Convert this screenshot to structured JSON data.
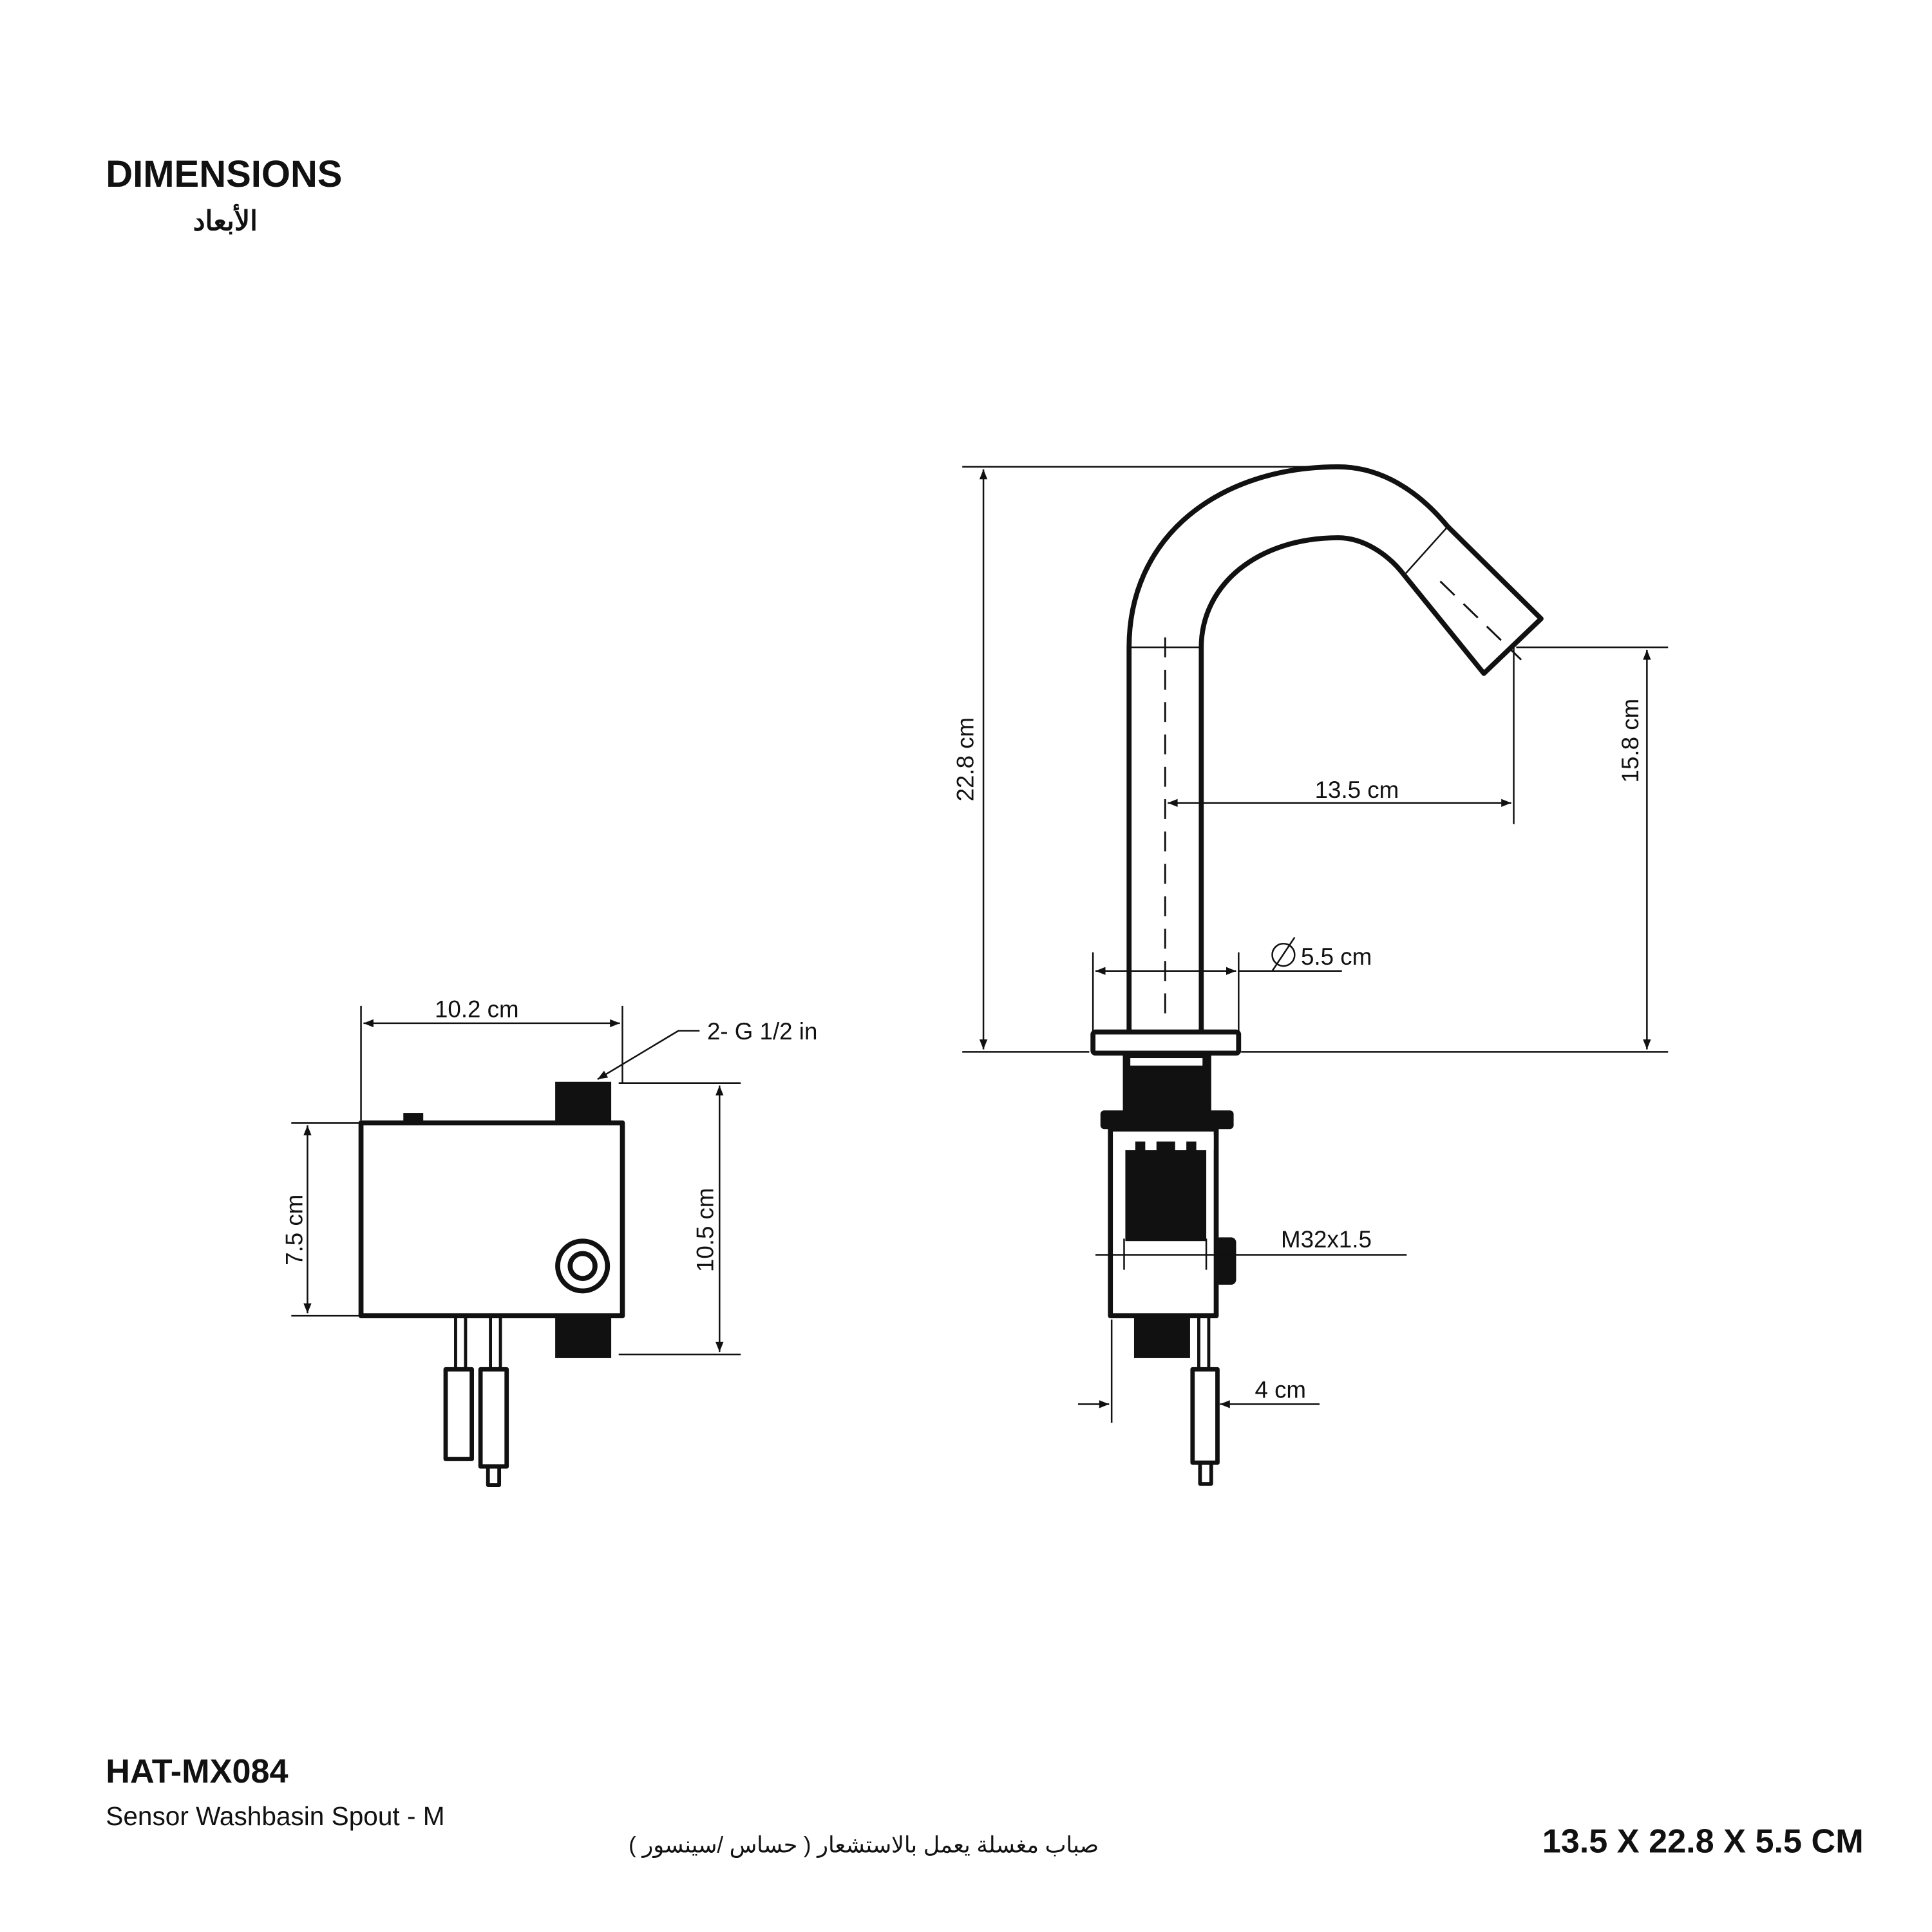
{
  "header": {
    "title": "DIMENSIONS",
    "title_ar": "الأبعاد"
  },
  "product": {
    "code": "HAT-MX084",
    "name": "Sensor Washbasin Spout - M",
    "name_ar": "صباب مغسلة يعمل بالاستشعار ( حساس /سينسور )",
    "overall_size": "13.5 X 22.8 X 5.5 CM"
  },
  "spout_view": {
    "height": "22.8 cm",
    "reach": "13.5 cm",
    "outlet_height": "15.8 cm",
    "diameter": "5.5 cm",
    "thread": "M32x1.5",
    "body_width": "4 cm"
  },
  "control_box": {
    "width": "10.2 cm",
    "connection": "2- G 1/2 in",
    "height": "7.5 cm",
    "overall_height": "10.5 cm"
  },
  "colors": {
    "ink": "#111111",
    "background": "#ffffff"
  }
}
